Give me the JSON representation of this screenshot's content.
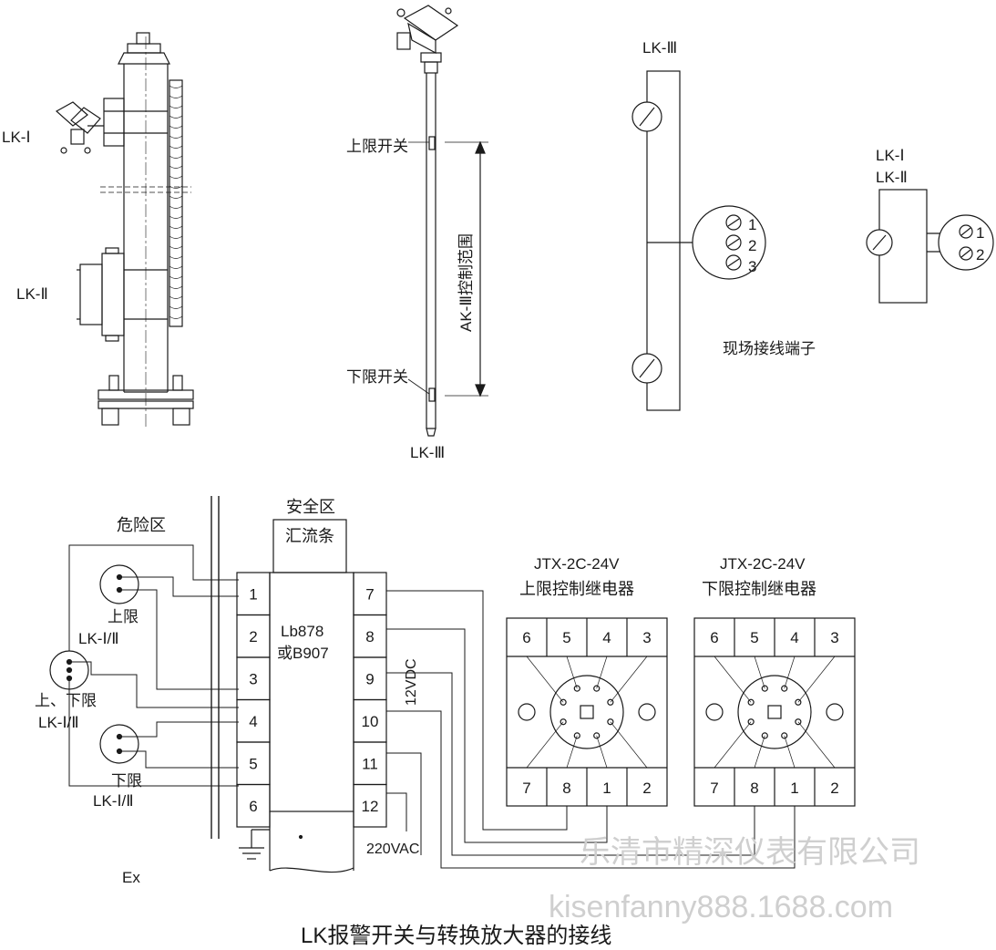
{
  "labels": {
    "lk1": "LK-Ⅰ",
    "lk2": "LK-Ⅱ",
    "lk3_top": "LK-Ⅲ",
    "lk3_bottom": "LK-Ⅲ",
    "upper_switch": "上限开关",
    "lower_switch": "下限开关",
    "range": "AK-Ⅲ控制范围",
    "terminal_1": "1",
    "terminal_2": "2",
    "terminal_3": "3",
    "field_terminal": "现场接线端子",
    "lk12_line1": "LK-Ⅰ",
    "lk12_line2": "LK-Ⅱ",
    "t2_1": "1",
    "t2_2": "2",
    "danger_zone": "危险区",
    "safe_zone": "安全区",
    "busbar": "汇流条",
    "upper_limit": "上限",
    "upper_limit_type": "LK-Ⅰ/Ⅱ",
    "both_limit": "上、下限",
    "both_limit_type": "LK-Ⅰ/Ⅱ",
    "lower_limit": "下限",
    "lower_limit_type": "LK-Ⅰ/Ⅱ",
    "amplifier_line1": "Lb878",
    "amplifier_line2": "或B907",
    "vdc": "12VDC",
    "vac": "220VAC",
    "ex": "Ex",
    "relay1_model": "JTX-2C-24V",
    "relay1_name": "上限控制继电器",
    "relay2_model": "JTX-2C-24V",
    "relay2_name": "下限控制继电器",
    "title": "LK报警开关与转换放大器的接线"
  },
  "left_terminals": [
    "1",
    "2",
    "3",
    "4",
    "5",
    "6"
  ],
  "right_terminals": [
    "7",
    "8",
    "9",
    "10",
    "11",
    "12"
  ],
  "relay_top_pins": [
    "6",
    "5",
    "4",
    "3"
  ],
  "relay_bottom_pins": [
    "7",
    "8",
    "1",
    "2"
  ],
  "watermark": {
    "line1": "乐清市精深仪表有限公司",
    "line2": "kisenfanny888.1688.com"
  }
}
